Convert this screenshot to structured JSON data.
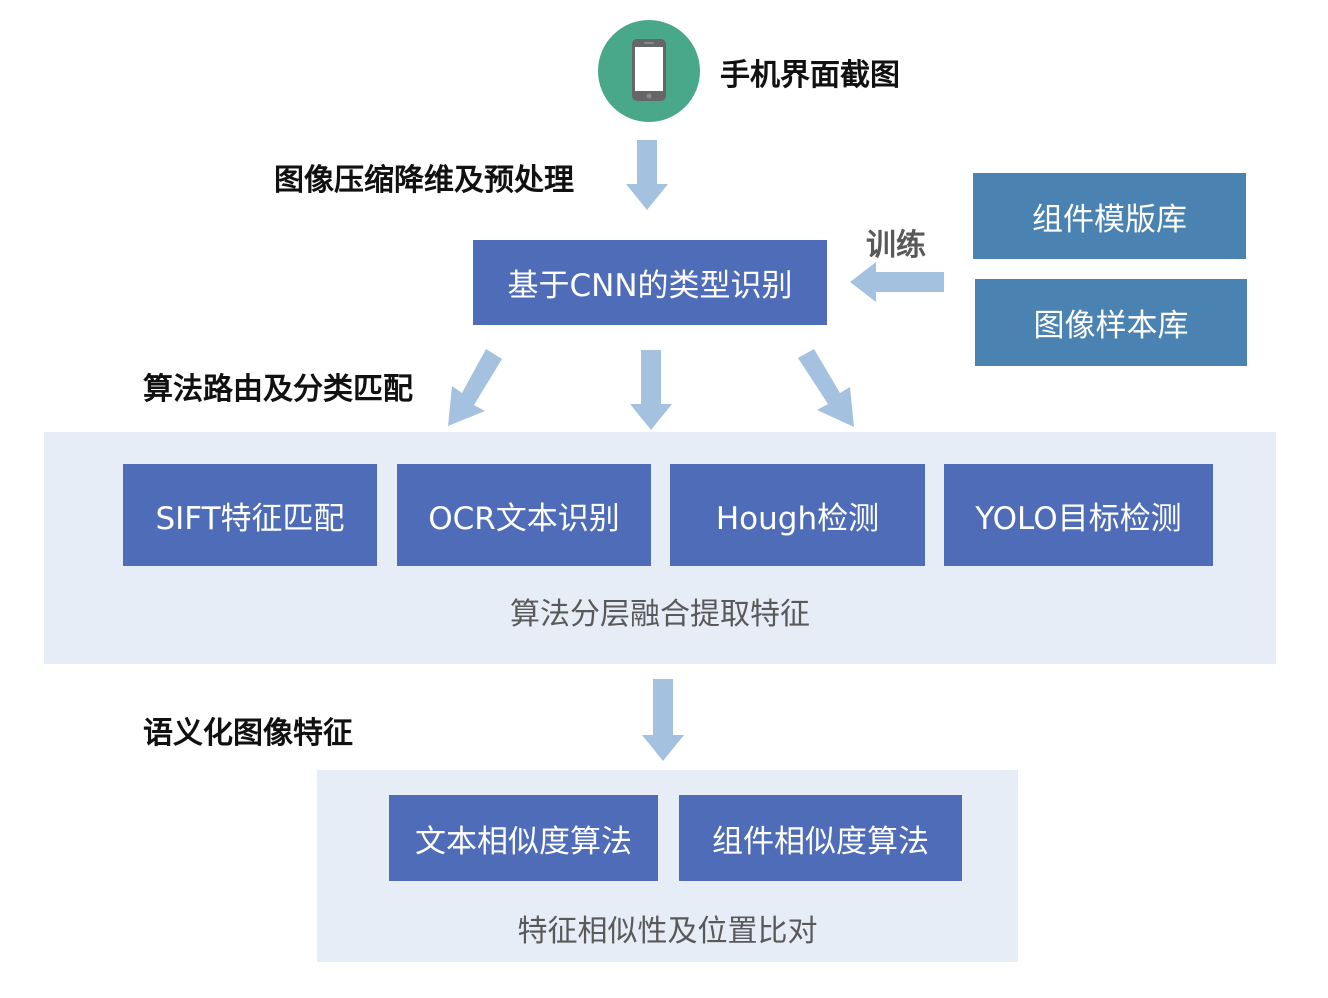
{
  "top": {
    "title": "手机界面截图",
    "icon": "smartphone-icon"
  },
  "steps": {
    "preprocess": "图像压缩降维及预处理",
    "train": "训练",
    "routing": "算法路由及分类匹配",
    "semantic": "语义化图像特征"
  },
  "cnn": {
    "label": "基于CNN的类型识别"
  },
  "libraries": [
    "组件模版库",
    "图像样本库"
  ],
  "algorithms": {
    "items": [
      "SIFT特征匹配",
      "OCR文本识别",
      "Hough检测",
      "YOLO目标检测"
    ],
    "caption": "算法分层融合提取特征"
  },
  "similarity": {
    "items": [
      "文本相似度算法",
      "组件相似度算法"
    ],
    "caption": "特征相似性及位置比对"
  },
  "colors": {
    "box_blue": "#4f6cb8",
    "library_blue": "#4a82b2",
    "panel_bg": "#e6edf6",
    "arrow": "#a4c2e0",
    "icon_circle": "#4aa88a"
  }
}
